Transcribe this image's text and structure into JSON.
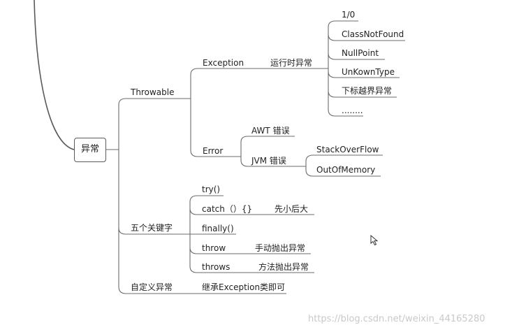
{
  "root": "异常",
  "throwable": {
    "label": "Throwable",
    "exception": {
      "label": "Exception",
      "runtime": "运行时异常",
      "items": [
        "1/0",
        "ClassNotFound",
        "NullPoint",
        "UnKownType",
        "下标越界异常",
        "........"
      ]
    },
    "error": {
      "label": "Error",
      "awt": "AWT 错误",
      "jvm": "JVM 错误",
      "jvm_items": [
        "StackOverFlow",
        "OutOfMemory"
      ]
    }
  },
  "keywords": {
    "label": "五个关键字",
    "try": "try()",
    "catch": "catch（）{}",
    "catch_note": "先小后大",
    "finally": "finally()",
    "throw": "throw",
    "throw_note": "手动抛出异常",
    "throws": "throws",
    "throws_note": "方法抛出异常"
  },
  "custom": {
    "label": "自定义异常",
    "note": "继承Exception类即可"
  },
  "watermark": "https://blog.csdn.net/weixin_44165280",
  "colors": {
    "line": "#6b6b6b",
    "text": "#222222",
    "watermark": "#c9c9c9",
    "background": "#ffffff"
  }
}
